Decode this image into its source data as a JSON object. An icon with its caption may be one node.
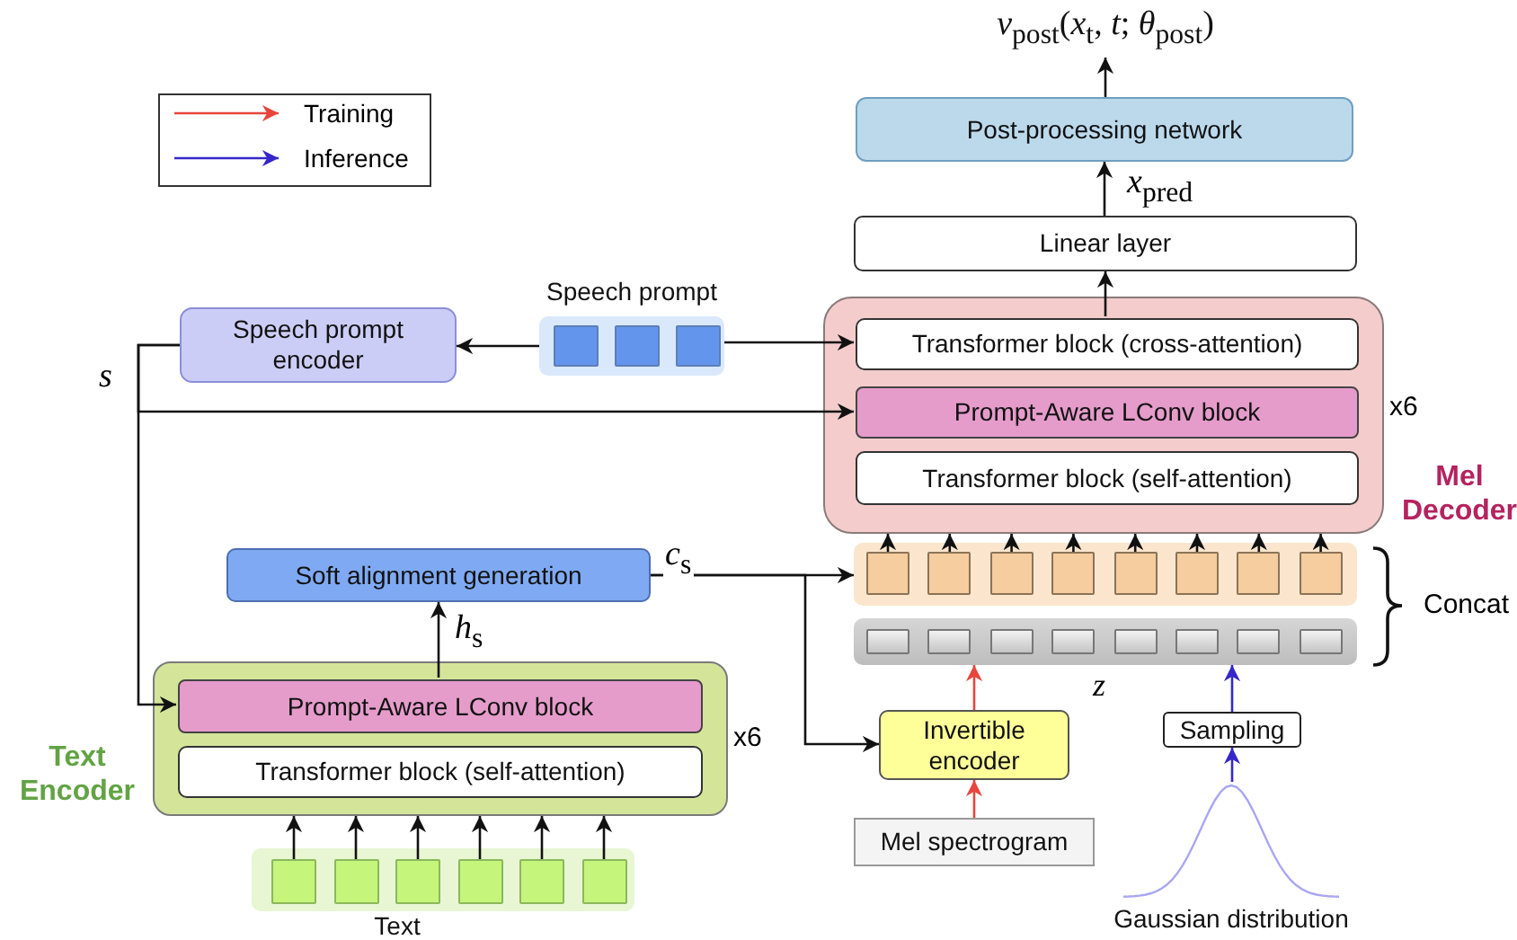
{
  "diagram": {
    "nodes": [
      {
        "text": [
          "*v*$_{post}$(*x*$_{t}$, *t*; *θ*$_{post}$)"
        ]
      },
      {
        "text": [
          "Post-processing network"
        ]
      },
      {
        "text": [
          "Linear layer"
        ]
      },
      {
        "text": [
          "Speech prompt encoder"
        ]
      },
      {
        "text": [
          "Speech prompt"
        ]
      },
      {
        "text": [],
        "shape": "box",
        "in": 4
      },
      {
        "text": [],
        "shape": "box",
        "in": 4
      },
      {
        "text": [],
        "shape": "box",
        "in": 4
      },
      {
        "text": [
          "Mel Decoder"
        ],
        "beside": [
          "x6"
        ]
      },
      {
        "text": [
          "Transformer block (cross-attention)"
        ],
        "in": 8
      },
      {
        "text": [
          "Prompt-Aware LConv block"
        ],
        "in": 8
      },
      {
        "text": [
          "Transformer block (self-attention)"
        ],
        "in": 8
      },
      {
        "text": [],
        "shape": "bar"
      },
      {
        "text": [],
        "shape": "box",
        "in": 12
      },
      {
        "text": [],
        "shape": "box",
        "in": 12
      },
      {
        "text": [],
        "shape": "box",
        "in": 12
      },
      {
        "text": [],
        "shape": "box",
        "in": 12
      },
      {
        "text": [],
        "shape": "box",
        "in": 12
      },
      {
        "text": [],
        "shape": "box",
        "in": 12
      },
      {
        "text": [],
        "shape": "box",
        "in": 12
      },
      {
        "text": [],
        "shape": "box",
        "in": 12
      },
      {
        "text": [],
        "shape": "bar"
      },
      {
        "text": [],
        "shape": "box",
        "in": 21
      },
      {
        "text": [],
        "shape": "box",
        "in": 21
      },
      {
        "text": [],
        "shape": "box",
        "in": 21
      },
      {
        "text": [],
        "shape": "box",
        "in": 21
      },
      {
        "text": [],
        "shape": "box",
        "in": 21
      },
      {
        "text": [],
        "shape": "box",
        "in": 21
      },
      {
        "text": [],
        "shape": "box",
        "in": 21
      },
      {
        "text": [],
        "shape": "box",
        "in": 21
      },
      {
        "text": [
          "Soft alignment generation"
        ]
      },
      {
        "text": [
          "Text Encoder"
        ],
        "beside": [
          "x6"
        ]
      },
      {
        "text": [
          "Prompt-Aware LConv block"
        ],
        "in": 31
      },
      {
        "text": [
          "Transformer block (self-attention)"
        ],
        "in": 31
      },
      {
        "text": [
          "Text"
        ]
      },
      {
        "text": [],
        "shape": "box",
        "in": 34
      },
      {
        "text": [],
        "shape": "box",
        "in": 34
      },
      {
        "text": [],
        "shape": "box",
        "in": 34
      },
      {
        "text": [],
        "shape": "box",
        "in": 34
      },
      {
        "text": [],
        "shape": "box",
        "in": 34
      },
      {
        "text": [],
        "shape": "box",
        "in": 34
      },
      {
        "text": [
          "Invertible encoder"
        ]
      },
      {
        "text": [
          "Sampling"
        ]
      },
      {
        "text": [
          "Mel spectrogram"
        ]
      },
      {
        "text": [
          "Gaussian distribution"
        ]
      }
    ],
    "edges": [
      {
        "from": 1,
        "to": 0,
        "arrow": "to"
      },
      {
        "from": 2,
        "to": 1,
        "arrow": "to",
        "label": "*x*$_{pred}$"
      },
      {
        "from": 9,
        "to": 2,
        "arrow": "to"
      },
      {
        "from": 4,
        "to": 3,
        "arrow": "to"
      },
      {
        "from": 4,
        "to": 9,
        "arrow": "to"
      },
      {
        "from": 3,
        "to": 10,
        "arrow": "to",
        "label": "*s*"
      },
      {
        "from": 3,
        "to": 32,
        "arrow": "to"
      },
      {
        "from": 30,
        "to": 12,
        "arrow": "to",
        "label": "*c*$_{s}$"
      },
      {
        "from": 30,
        "to": 41,
        "arrow": "to"
      },
      {
        "from": 32,
        "to": 30,
        "arrow": "to",
        "label": "*h*$_{s}$"
      },
      {
        "from": 13,
        "to": 8,
        "arrow": "to"
      },
      {
        "from": 14,
        "to": 8,
        "arrow": "to"
      },
      {
        "from": 15,
        "to": 8,
        "arrow": "to"
      },
      {
        "from": 16,
        "to": 8,
        "arrow": "to"
      },
      {
        "from": 17,
        "to": 8,
        "arrow": "to"
      },
      {
        "from": 18,
        "to": 8,
        "arrow": "to"
      },
      {
        "from": 19,
        "to": 8,
        "arrow": "to"
      },
      {
        "from": 20,
        "to": 8,
        "arrow": "to"
      },
      {
        "from": 35,
        "to": 31,
        "arrow": "to"
      },
      {
        "from": 36,
        "to": 31,
        "arrow": "to"
      },
      {
        "from": 37,
        "to": 31,
        "arrow": "to"
      },
      {
        "from": 38,
        "to": 31,
        "arrow": "to"
      },
      {
        "from": 39,
        "to": 31,
        "arrow": "to"
      },
      {
        "from": 40,
        "to": 31,
        "arrow": "to"
      },
      {
        "from": 41,
        "to": 21,
        "arrow": "to",
        "color": "#e8453c"
      },
      {
        "from": 43,
        "to": 41,
        "arrow": "to",
        "color": "#e8453c"
      },
      {
        "from": 42,
        "to": 21,
        "arrow": "to",
        "color": "#3527c9"
      },
      {
        "from": 44,
        "to": 42,
        "arrow": "to",
        "color": "#3527c9"
      }
    ],
    "labels": [
      "Concat",
      "*z*"
    ],
    "legend": [
      {
        "text": "Training"
      },
      {
        "text": "Inference"
      }
    ]
  }
}
